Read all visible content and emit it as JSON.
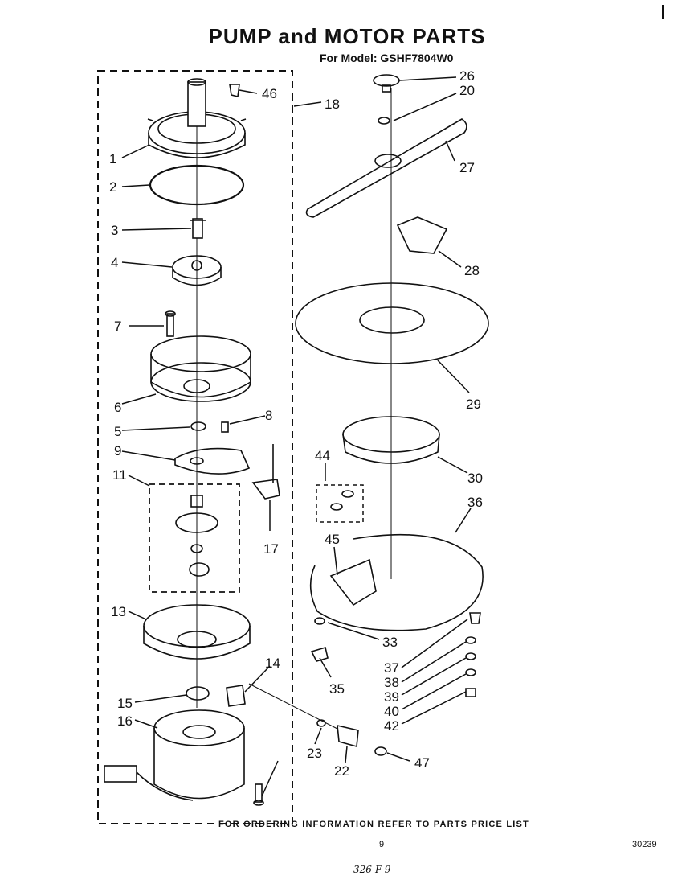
{
  "header": {
    "title": "PUMP and MOTOR PARTS",
    "model_line": "For Model: GSHF7804W0"
  },
  "footer": {
    "ordering_note": "FOR ORDERING INFORMATION REFER TO PARTS PRICE LIST",
    "page_number": "9",
    "reference_number": "30239",
    "handwritten_note": "326-F-9"
  },
  "callouts": [
    {
      "id": "c1",
      "text": "1"
    },
    {
      "id": "c2",
      "text": "2"
    },
    {
      "id": "c3",
      "text": "3"
    },
    {
      "id": "c4",
      "text": "4"
    },
    {
      "id": "c5",
      "text": "5"
    },
    {
      "id": "c6",
      "text": "6"
    },
    {
      "id": "c7",
      "text": "7"
    },
    {
      "id": "c8",
      "text": "8"
    },
    {
      "id": "c9",
      "text": "9"
    },
    {
      "id": "c11",
      "text": "11"
    },
    {
      "id": "c13",
      "text": "13"
    },
    {
      "id": "c14",
      "text": "14"
    },
    {
      "id": "c15",
      "text": "15"
    },
    {
      "id": "c16",
      "text": "16"
    },
    {
      "id": "c17",
      "text": "17"
    },
    {
      "id": "c18",
      "text": "18"
    },
    {
      "id": "c20",
      "text": "20"
    },
    {
      "id": "c22",
      "text": "22"
    },
    {
      "id": "c23",
      "text": "23"
    },
    {
      "id": "c26",
      "text": "26"
    },
    {
      "id": "c27",
      "text": "27"
    },
    {
      "id": "c28",
      "text": "28"
    },
    {
      "id": "c29",
      "text": "29"
    },
    {
      "id": "c30",
      "text": "30"
    },
    {
      "id": "c33",
      "text": "33"
    },
    {
      "id": "c35",
      "text": "35"
    },
    {
      "id": "c36",
      "text": "36"
    },
    {
      "id": "c37",
      "text": "37"
    },
    {
      "id": "c38",
      "text": "38"
    },
    {
      "id": "c39",
      "text": "39"
    },
    {
      "id": "c40",
      "text": "40"
    },
    {
      "id": "c42",
      "text": "42"
    },
    {
      "id": "c44",
      "text": "44"
    },
    {
      "id": "c45",
      "text": "45"
    },
    {
      "id": "c46",
      "text": "46"
    },
    {
      "id": "c47",
      "text": "47"
    }
  ]
}
